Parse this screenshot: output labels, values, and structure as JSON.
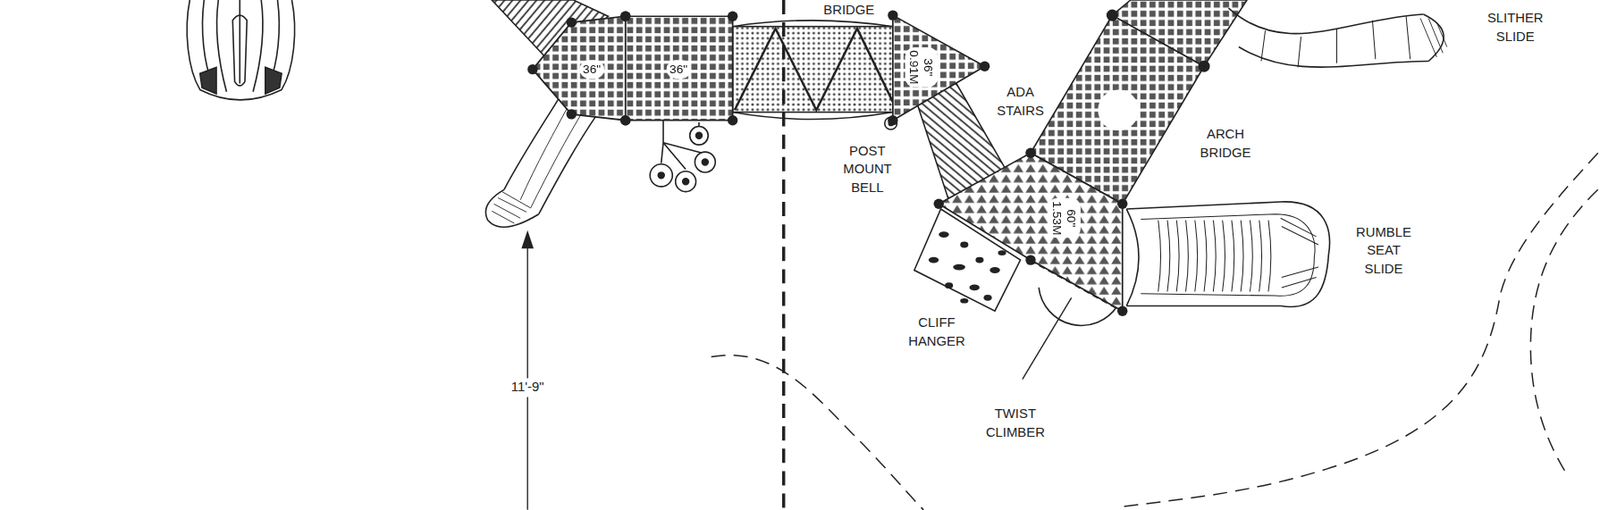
{
  "diagram": {
    "nodes": [
      {
        "text": [
          "36\""
        ]
      },
      {
        "text": [
          "36\""
        ]
      },
      {
        "text": [
          "36\" 0.91M"
        ]
      },
      {
        "text": [
          "60\" 1.53M"
        ]
      }
    ],
    "labels": [
      "BRIDGE",
      "SLITHER SLIDE",
      "ADA STAIRS",
      "ARCH BRIDGE",
      "POST MOUNT BELL",
      "RUMBLE SEAT SLIDE",
      "CLIFF HANGER",
      "TWIST CLIMBER",
      "11'-9\""
    ]
  }
}
